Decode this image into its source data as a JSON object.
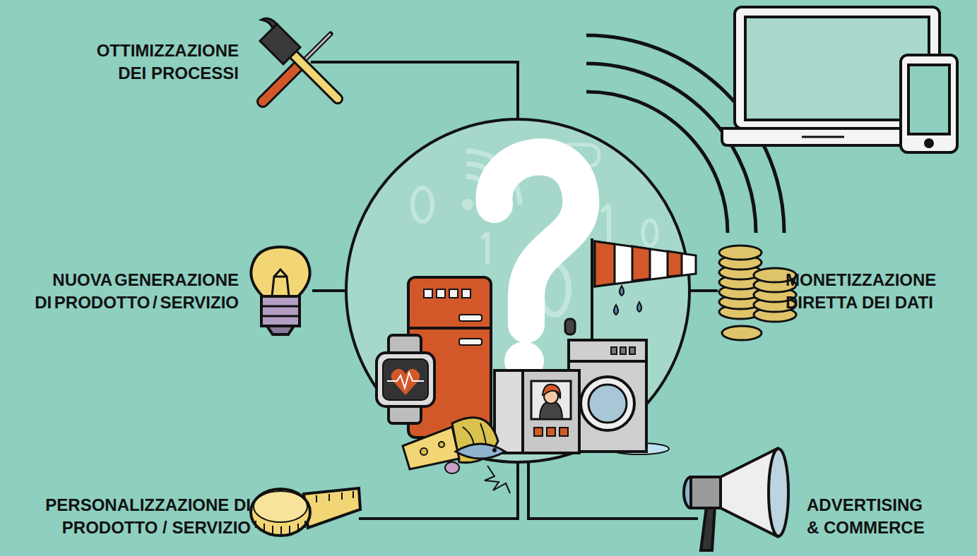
{
  "diagram": {
    "labels": [
      "OTTIMIZZAZIONE DEI PROCESSI",
      "NUOVA GENERAZIONE DI PRODOTTO / SERVIZIO",
      "MONETIZZAZIONE DIRETTA DEI DATI",
      "PERSONALIZZAZIONE DI PRODOTTO / SERVIZIO",
      "ADVERTISING & COMMERCE"
    ]
  }
}
